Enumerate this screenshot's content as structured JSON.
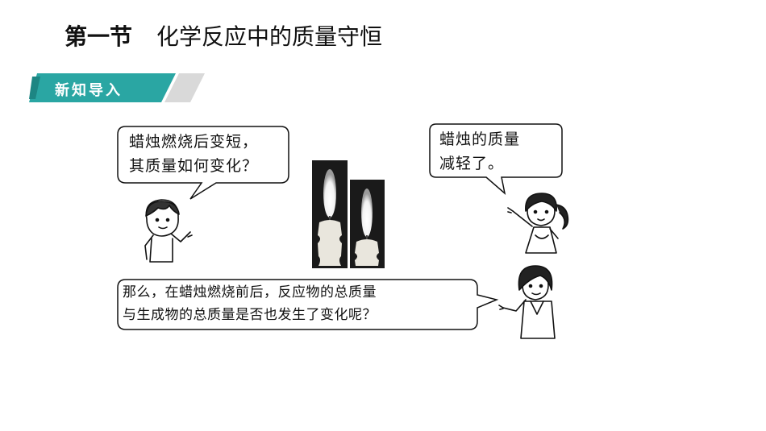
{
  "header": {
    "section": "第一节",
    "title": "化学反应中的质量守恒"
  },
  "banner": {
    "label": "新知导入",
    "color": "#2aa6a3"
  },
  "bubbles": {
    "boy": {
      "line1": "蜡烛燃烧后变短，",
      "line2": "其质量如何变化？"
    },
    "girl": {
      "line1": "蜡烛的质量",
      "line2": "减轻了。"
    },
    "teacher": {
      "line1": "那么，在蜡烛燃烧前后，反应物的总质量",
      "line2": "与生成物的总质量是否也发生了变化呢？"
    }
  }
}
